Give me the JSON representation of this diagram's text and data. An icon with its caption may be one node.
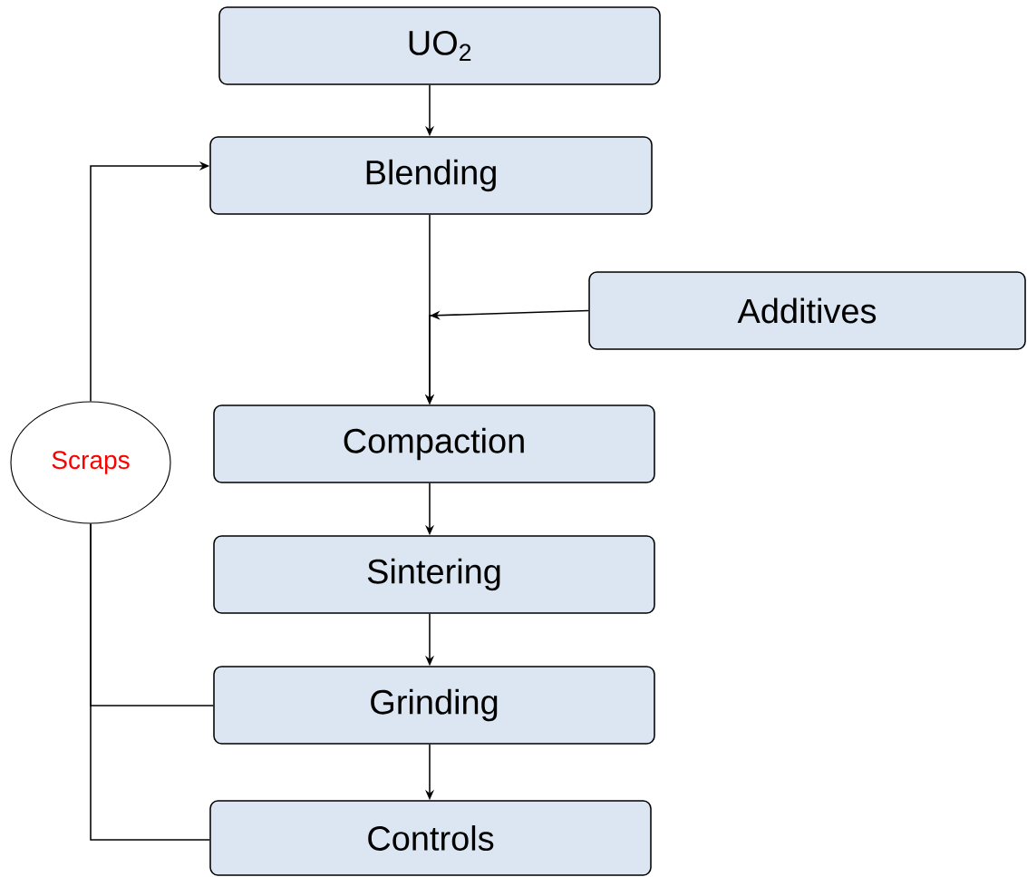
{
  "diagram": {
    "nodes": [
      {
        "text": [
          "UO$_{2}$"
        ]
      },
      {
        "text": [
          "Blending"
        ]
      },
      {
        "text": [
          "Additives"
        ]
      },
      {
        "text": [
          "Compaction"
        ]
      },
      {
        "text": [
          "Sintering"
        ]
      },
      {
        "text": [
          "Grinding"
        ]
      },
      {
        "text": [
          "Controls"
        ]
      },
      {
        "text": [
          "Scraps"
        ]
      }
    ],
    "edges": [
      {
        "from": 0,
        "to": 1,
        "arrow": "to"
      },
      {
        "from": 1,
        "to": 3,
        "arrow": "to"
      },
      {
        "from": 2,
        "to": 3,
        "arrow": "to"
      },
      {
        "from": 3,
        "to": 4,
        "arrow": "to"
      },
      {
        "from": 4,
        "to": 5,
        "arrow": "to"
      },
      {
        "from": 5,
        "to": 6,
        "arrow": "to"
      },
      {
        "from": 5,
        "to": 7,
        "arrow": "none"
      },
      {
        "from": 6,
        "to": 7,
        "arrow": "none"
      },
      {
        "from": 7,
        "to": 1,
        "arrow": "to"
      }
    ]
  }
}
